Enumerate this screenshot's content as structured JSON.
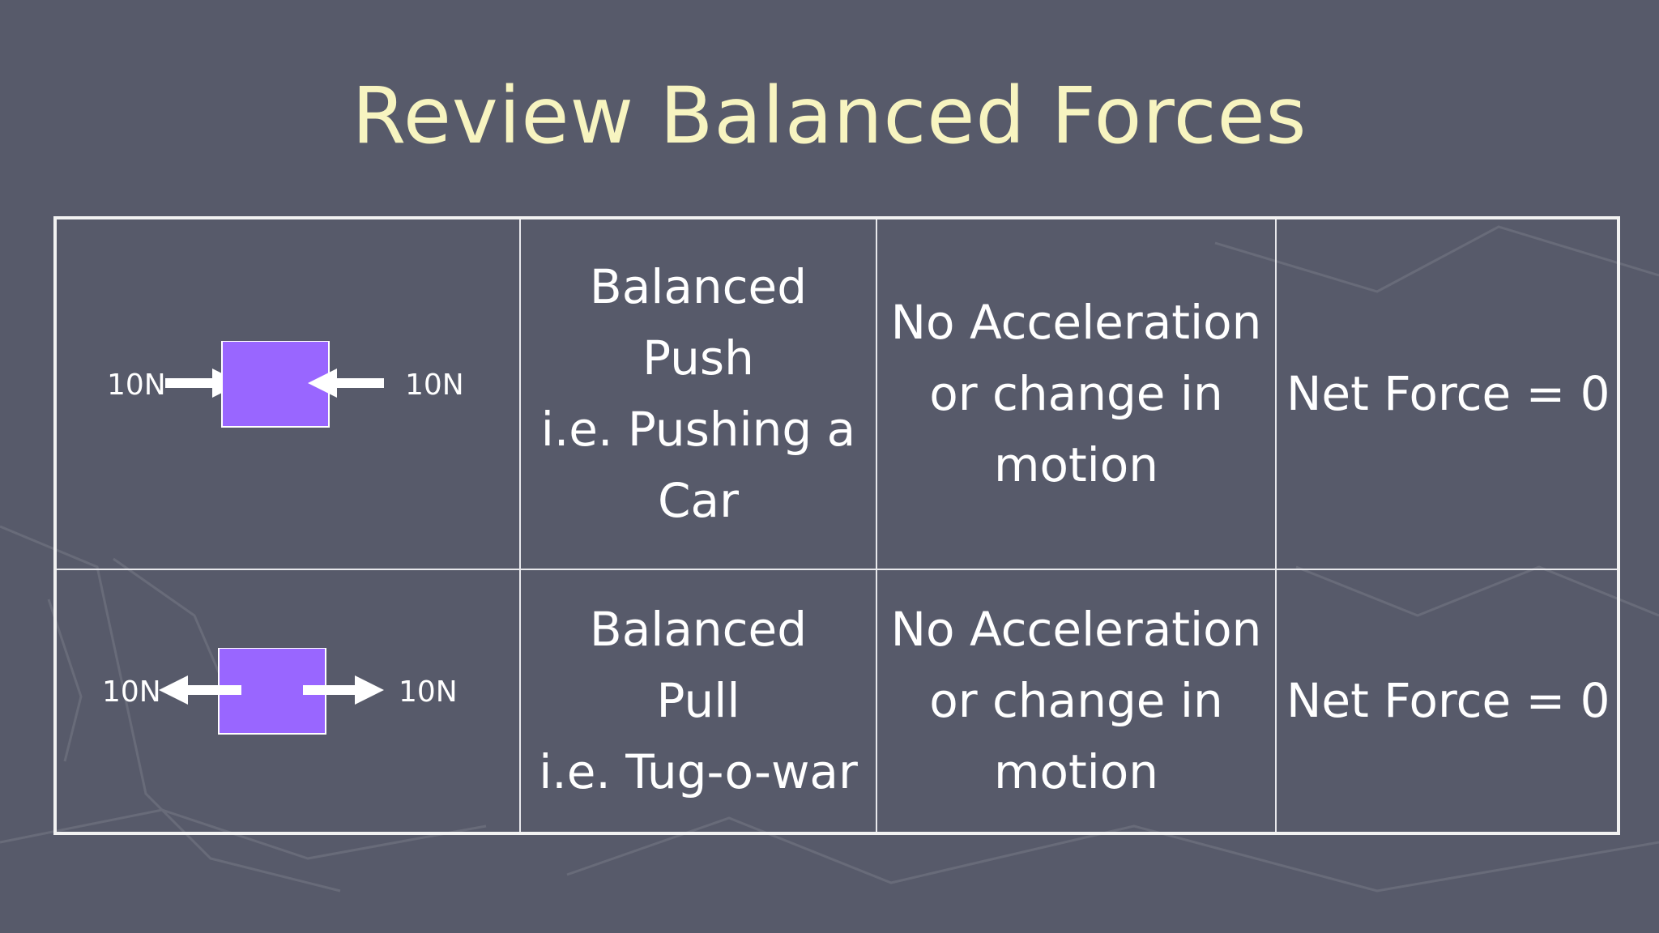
{
  "slide": {
    "title": "Review Balanced Forces"
  },
  "colors": {
    "background": "#575a6a",
    "title": "#f7f4c0",
    "box": "#9966ff",
    "arrow": "#ffffff",
    "grid": "#e8e8ec"
  },
  "rows": [
    {
      "diagram": {
        "kind": "push",
        "left_label": "10N",
        "right_label": "10N",
        "left_arrow_icon": "arrow-right-icon",
        "right_arrow_icon": "arrow-left-icon"
      },
      "type_lines": [
        "Balanced",
        "Push",
        "i.e. Pushing a",
        "Car"
      ],
      "effect_lines": [
        "No Acceleration",
        "or change in",
        "motion"
      ],
      "net": "Net Force = 0"
    },
    {
      "diagram": {
        "kind": "pull",
        "left_label": "10N",
        "right_label": "10N",
        "left_arrow_icon": "arrow-left-icon",
        "right_arrow_icon": "arrow-right-icon"
      },
      "type_lines": [
        "Balanced",
        "Pull",
        "i.e. Tug-o-war"
      ],
      "effect_lines": [
        "No Acceleration",
        "or change in",
        "motion"
      ],
      "net": "Net Force = 0"
    }
  ]
}
